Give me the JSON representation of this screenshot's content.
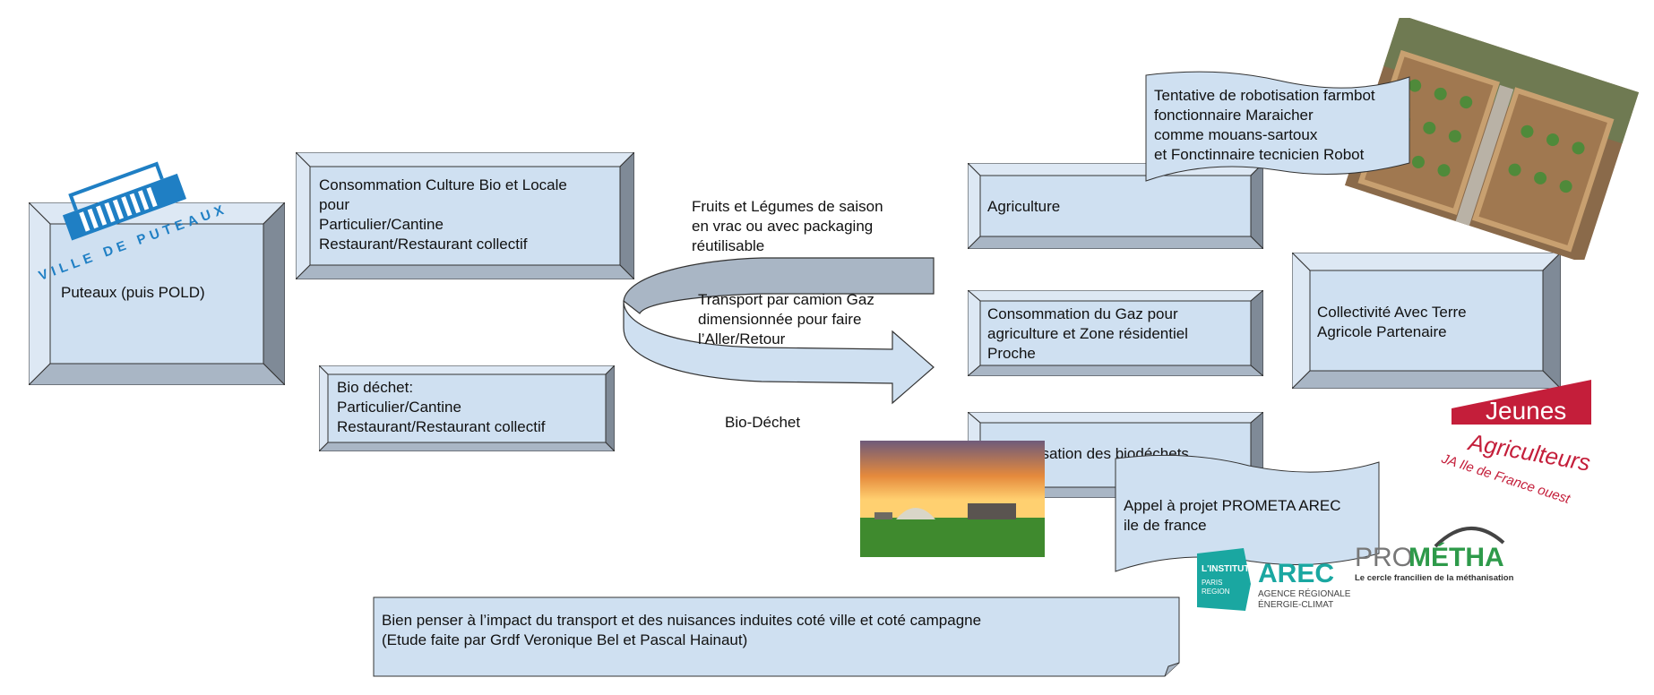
{
  "boxes": {
    "puteaux": "Puteaux (puis POLD)",
    "consommation": "Consommation Culture Bio et Locale\npour\nParticulier/Cantine\nRestaurant/Restaurant collectif",
    "biodechet": "Bio déchet:\nParticulier/Cantine\nRestaurant/Restaurant collectif",
    "agriculture": "Agriculture",
    "gaz": "Consommation du Gaz pour\nagriculture et Zone résidentiel\nProche",
    "methanisation": "Méthanisation des biodéchets",
    "collectivite": "Collectivité Avec Terre\nAgricole Partenaire"
  },
  "labels": {
    "fruits": "Fruits et Légumes de saison\nen vrac ou avec packaging\nréutilisable",
    "transport": "Transport par camion Gaz\ndimensionnée pour faire\nl’Aller/Retour",
    "biodechet_arrow": "Bio-Déchet"
  },
  "callouts": {
    "robot": "Tentative de robotisation farmbot\nfonctionnaire Maraicher\ncomme mouans-sartoux\net Fonctinnaire tecnicien Robot",
    "prometa": "Appel à projet PROMETA AREC\nile de france"
  },
  "note": "Bien penser à l’impact du transport et des nuisances induites coté ville et coté campagne\n(Etude faite par Grdf Veronique Bel et Pascal Hainaut)",
  "logos": {
    "puteaux": "VILLE DE PUTEAUX",
    "ja_title": "Jeunes",
    "ja_sub": "Agriculteurs",
    "ja_region": "JA Ile de France ouest",
    "arec_institut": "L'INSTITUT",
    "arec_paris": "PARIS",
    "arec_region": "REGION",
    "arec_name": "AREC",
    "arec_line1": "AGENCE RÉGIONALE",
    "arec_line2": "ÉNERGIE-CLIMAT",
    "prometha_pro": "PRO",
    "prometha_metha": "MÉTHA",
    "prometha_tagline": "Le cercle francilien de la méthanisation"
  },
  "colors": {
    "box_face": "#cfe0f1",
    "box_light": "#dde8f4",
    "box_dark": "#7f8a97",
    "box_mid": "#a9b6c5",
    "puteaux_blue": "#1f7fc4",
    "ja_red": "#c41e3a",
    "arec_teal": "#1aa7a1",
    "prometha_green": "#2e9a4a"
  }
}
